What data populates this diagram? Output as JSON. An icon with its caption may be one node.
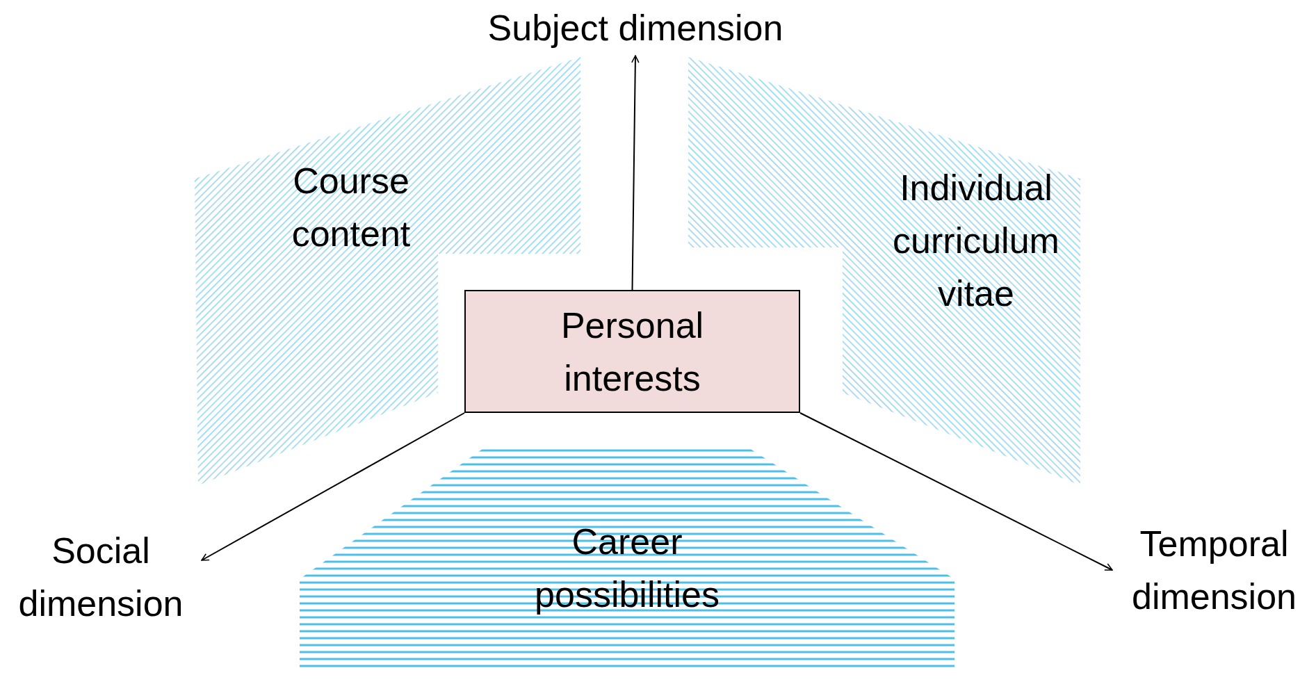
{
  "diagram": {
    "nodes": [
      {
        "text": [
          "Subject dimension"
        ]
      },
      {
        "text": [
          "Course content"
        ]
      },
      {
        "text": [
          "Individual curriculum vitae"
        ]
      },
      {
        "text": [
          "Personal interests"
        ]
      },
      {
        "text": [
          "Social dimension"
        ]
      },
      {
        "text": [
          "Career possibilities"
        ]
      },
      {
        "text": [
          "Temporal dimension"
        ]
      }
    ],
    "edges": [
      {
        "from": 3,
        "to": 0,
        "arrow": "to"
      },
      {
        "from": 3,
        "to": 4,
        "arrow": "to"
      },
      {
        "from": 3,
        "to": 6,
        "arrow": "to"
      }
    ]
  }
}
